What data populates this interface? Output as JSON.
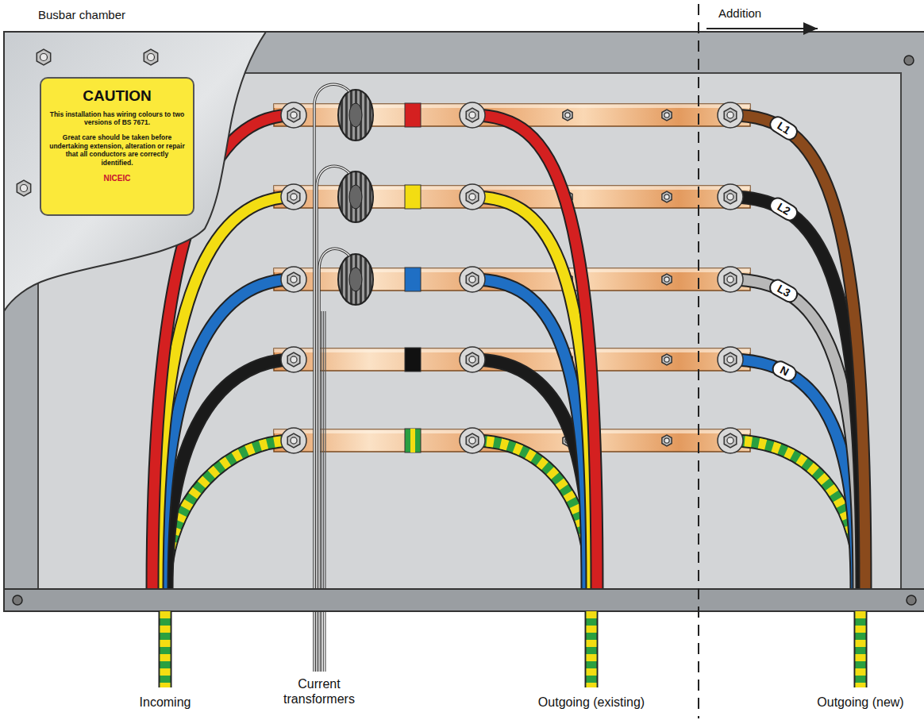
{
  "diagram": {
    "nodes": [
      {
        "text": [
          "CAUTION",
          "This installation has wiring colours to two versions of BS 7671.",
          "Great care should be taken before undertaking extension, alteration or repair that all conductors are correctly identified.",
          "NICEIC"
        ]
      }
    ],
    "labels": [
      "Busbar chamber",
      "Addition",
      "L1",
      "L2",
      "L3",
      "N",
      "Incoming",
      "Current transformers",
      "Outgoing (existing)",
      "Outgoing (new)"
    ]
  }
}
